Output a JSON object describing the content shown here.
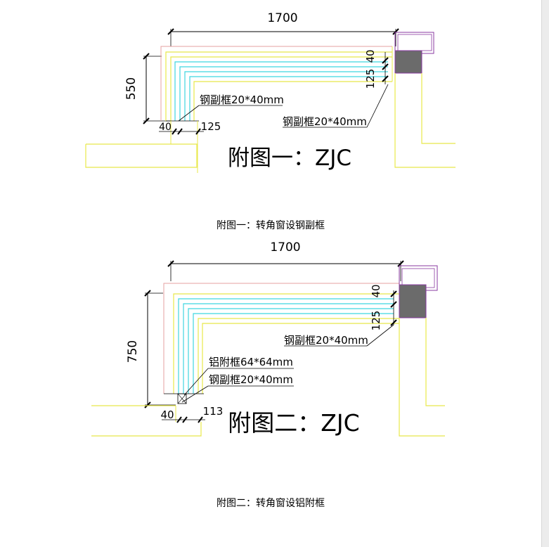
{
  "colors": {
    "yellow": "#e8e84a",
    "cyan": "#3fd6e0",
    "pink": "#e6a0a0",
    "purple": "#8a3aa0",
    "dark_block": "#6b6b6b",
    "dim": "#000000"
  },
  "figure1": {
    "dim_width": "1700",
    "dim_height": "550",
    "dim_40_right": "40",
    "dim_125_right": "125",
    "dim_40_bottom": "40",
    "dim_125_bottom": "125",
    "label_left": "钢副框20*40mm",
    "label_right": "钢副框20*40mm",
    "title": "附图一：ZJC",
    "caption": "附图一：转角窗设钢副框"
  },
  "figure2": {
    "dim_width": "1700",
    "dim_height": "750",
    "dim_40_right": "40",
    "dim_125_right": "125",
    "dim_40_bottom": "40",
    "dim_113_bottom": "113",
    "label_right": "钢副框20*40mm",
    "label_alu": "铝附框64*64mm",
    "label_steel": "钢副框20*40mm",
    "title": "附图二：ZJC",
    "caption": "附图二：转角窗设铝附框"
  }
}
